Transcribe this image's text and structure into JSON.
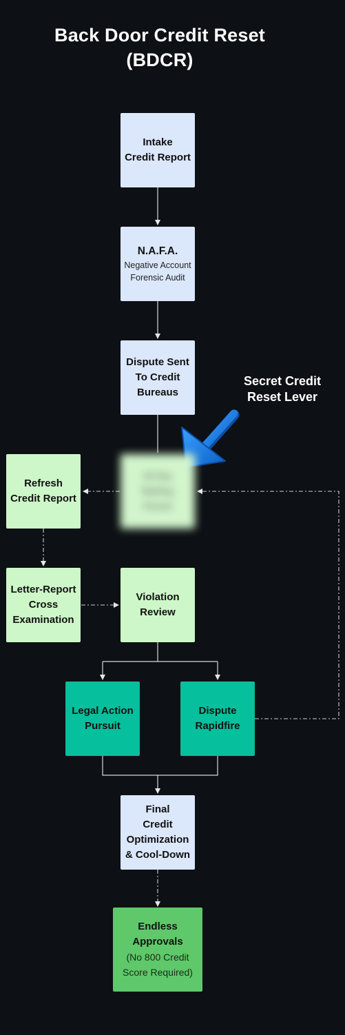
{
  "title": {
    "line1": "Back Door Credit Reset",
    "line2": "(BDCR)"
  },
  "callout": {
    "line1": "Secret Credit",
    "line2": "Reset Lever"
  },
  "nodes": {
    "intake": {
      "line1": "Intake",
      "line2": "Credit Report"
    },
    "nafa": {
      "title": "N.A.F.A.",
      "sub1": "Negative Account",
      "sub2": "Forensic Audit"
    },
    "dispute_sent": {
      "line1": "Dispute Sent",
      "line2": "To Credit",
      "line3": "Bureaus"
    },
    "waiting": {
      "line1": "30 Day",
      "line2": "Waiting",
      "line3": "Period"
    },
    "refresh": {
      "line1": "Refresh",
      "line2": "Credit Report"
    },
    "cross_exam": {
      "line1": "Letter-Report",
      "line2": "Cross",
      "line3": "Examination"
    },
    "violation": {
      "line1": "Violation",
      "line2": "Review"
    },
    "legal": {
      "line1": "Legal Action",
      "line2": "Pursuit"
    },
    "rapidfire": {
      "line1": "Dispute",
      "line2": "Rapidfire"
    },
    "final": {
      "line1": "Final",
      "line2": "Credit",
      "line3": "Optimization",
      "line4": "& Cool-Down"
    },
    "endless": {
      "line1": "Endless",
      "line2": "Approvals",
      "sub1": "(No 800 Credit",
      "sub2": "Score Required)"
    }
  },
  "colors": {
    "background": "#0d1014",
    "blue_node": "#dbe7fb",
    "pale_green_node": "#cdf7c8",
    "teal_node": "#06bf9c",
    "green_node": "#5fc86a",
    "callout_arrow": "#1a7fe0",
    "edge": "#d9d9d9"
  },
  "icons": {
    "callout_arrow": "big-diagonal-arrow-icon"
  }
}
